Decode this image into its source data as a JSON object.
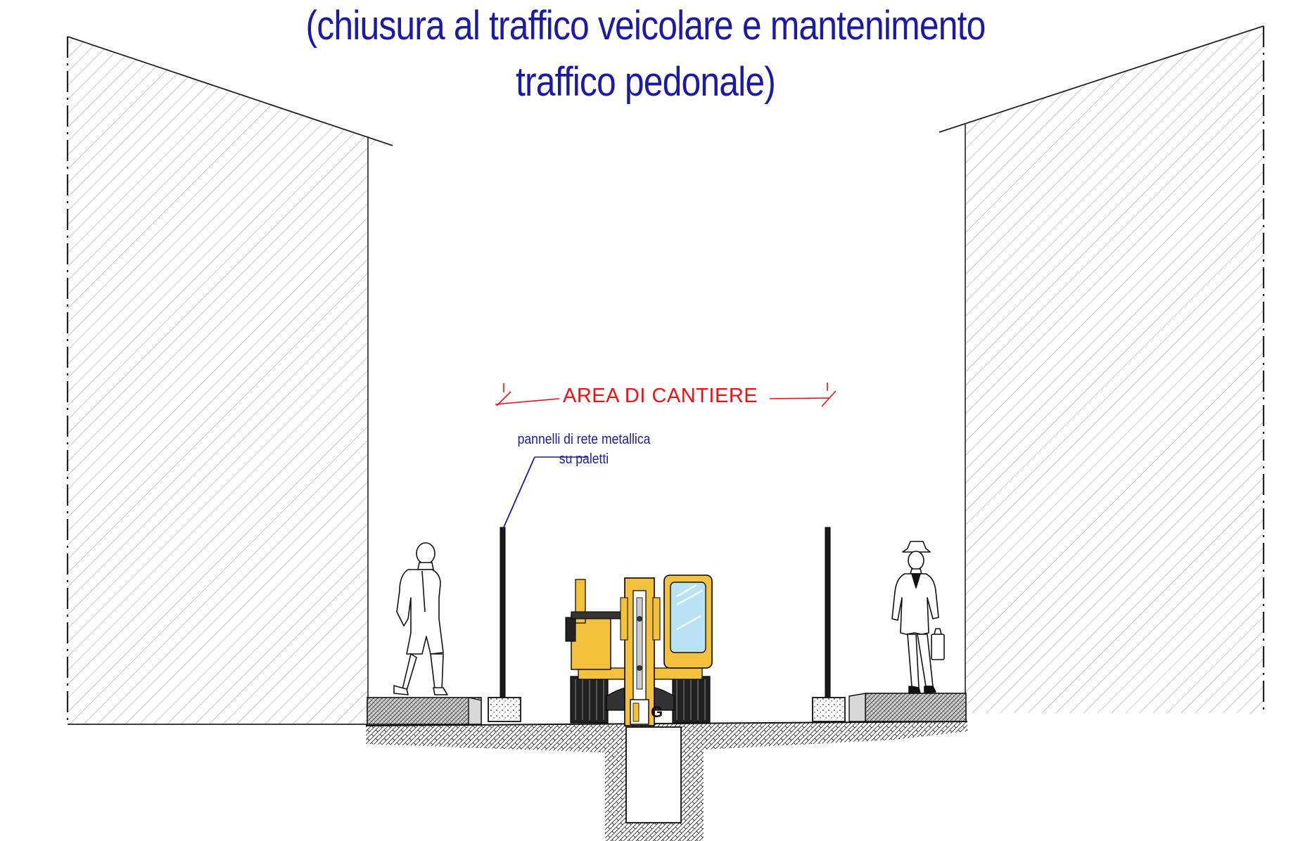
{
  "title": {
    "line1": "(chiusura al traffico veicolare e mantenimento",
    "line2": "traffico pedonale)"
  },
  "labels": {
    "work_area": "AREA DI CANTIERE",
    "fence_note_line1": "pannelli di rete metallica",
    "fence_note_line2": "su paletti",
    "excavator_logo": "G"
  },
  "colors": {
    "title_blue": "#1a1aa6",
    "work_area_red": "#ee1111",
    "excavator_yellow": "#f4c13d",
    "hatch_line": "#555555"
  }
}
